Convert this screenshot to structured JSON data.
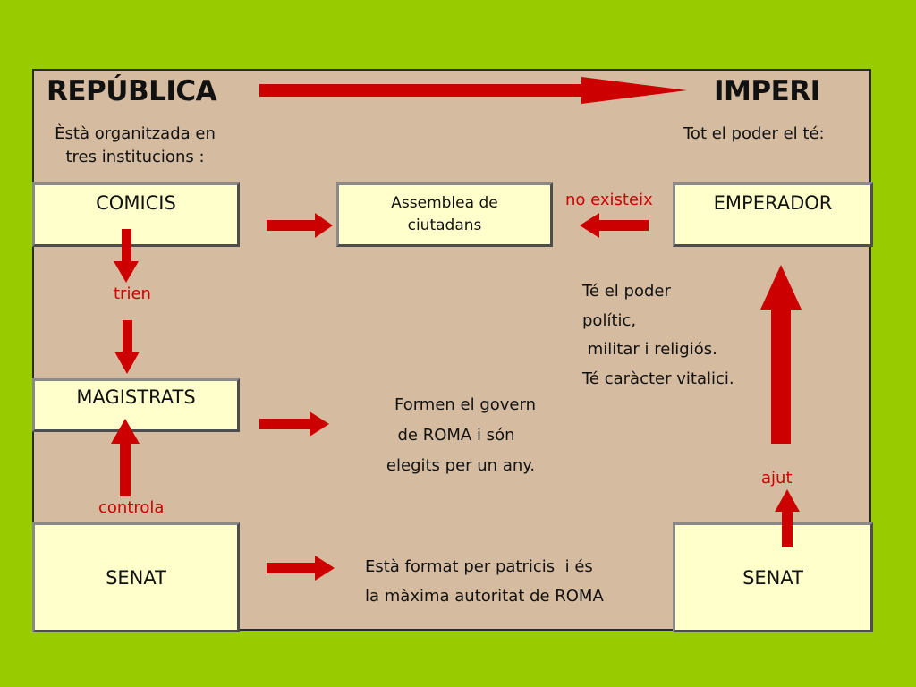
{
  "colors": {
    "background": "#99cc00",
    "panel": "#d5bca1",
    "box": "#ffffcc",
    "arrow": "#cc0000"
  },
  "left_title": "REPÚBLICA",
  "right_title": "IMPERI",
  "left_subtitle": [
    "Èstà organitzada en",
    "tres institucions :"
  ],
  "right_subtitle": "Tot el poder el té:",
  "boxes": {
    "comicis": "COMICIS",
    "magistrats": "MAGISTRATS",
    "senat_left": "SENAT",
    "assemblea": [
      "Assemblea de",
      "ciutadans"
    ],
    "emperador": "EMPERADOR",
    "senat_right": "SENAT"
  },
  "red_labels": {
    "trien": "trien",
    "controla": "controla",
    "no_existeix": "no existeix",
    "ajut": "ajut"
  },
  "emperador_text": [
    "Té el poder",
    "polític,",
    " militar i religiós.",
    "Té caràcter vitalici."
  ],
  "magistrats_text": [
    "Formen el govern",
    "de ROMA i són",
    "elegits per un any."
  ],
  "senat_text": [
    "Està format per patricis  i és",
    "la màxima autoritat de ROMA"
  ],
  "arrows": [
    {
      "name": "republica-to-imperi-arrow",
      "direction": "right"
    },
    {
      "name": "comicis-to-assemblea-arrow",
      "direction": "right"
    },
    {
      "name": "no-existeix-arrow",
      "direction": "left"
    },
    {
      "name": "comicis-down-arrow",
      "direction": "down"
    },
    {
      "name": "trien-down-arrow",
      "direction": "down"
    },
    {
      "name": "controla-up-arrow",
      "direction": "up"
    },
    {
      "name": "magistrats-to-text-arrow",
      "direction": "right"
    },
    {
      "name": "senat-to-text-arrow",
      "direction": "right"
    },
    {
      "name": "emperador-up-arrow",
      "direction": "up"
    },
    {
      "name": "ajut-up-arrow",
      "direction": "up"
    }
  ]
}
